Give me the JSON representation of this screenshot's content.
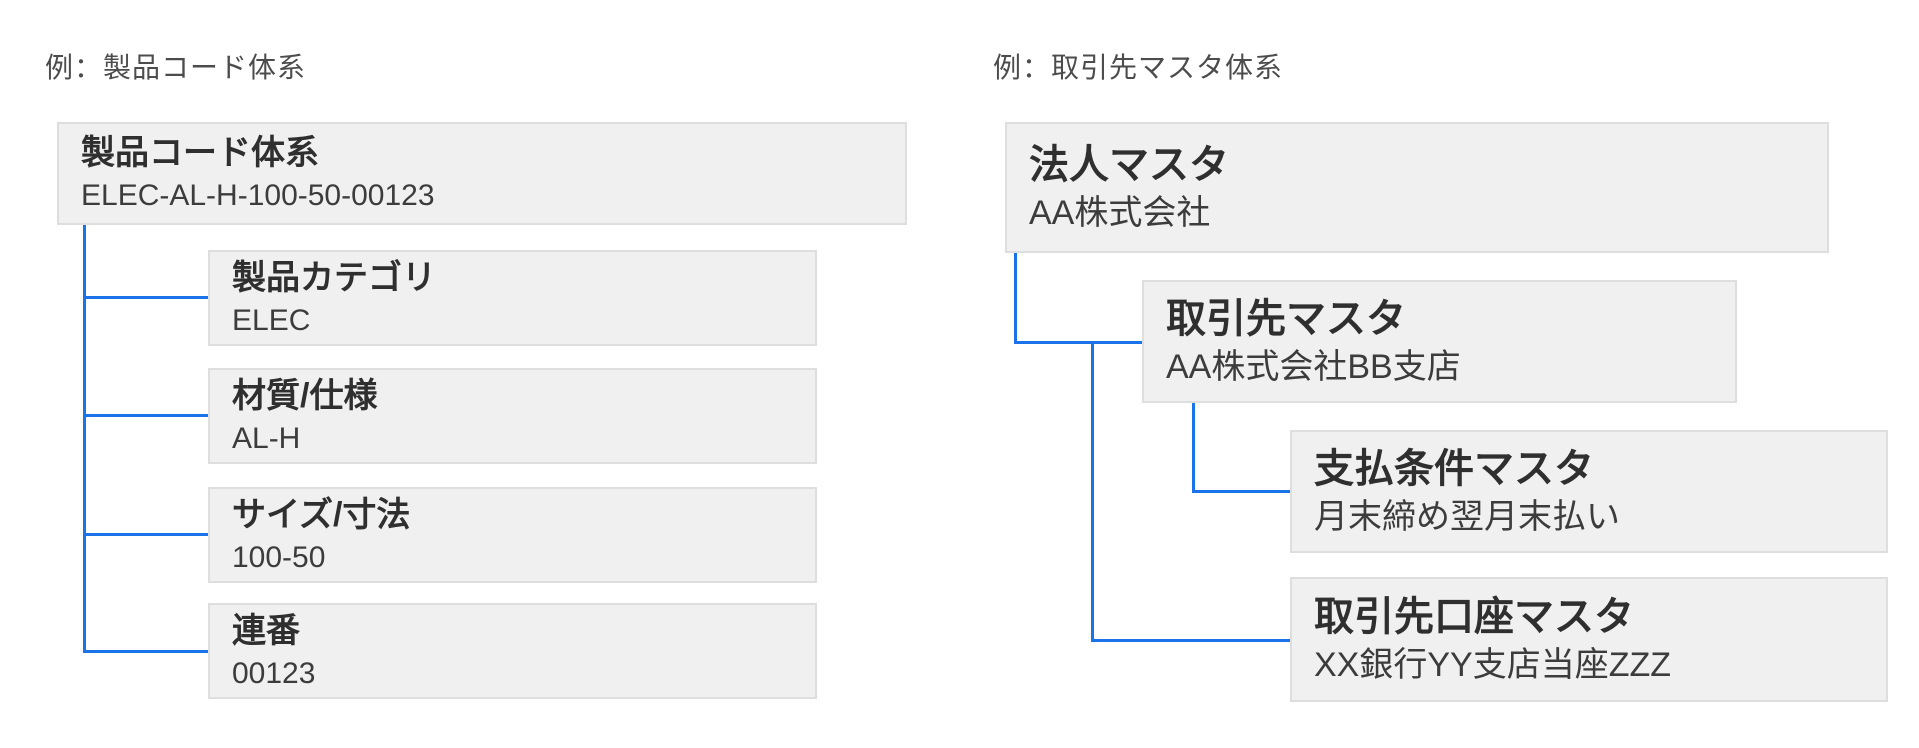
{
  "colors": {
    "connector_blue": "#1a73e8",
    "box_fill": "#f0f0f0",
    "box_border": "#dedede",
    "title_text": "#2f2f2f",
    "value_text": "#3c3c3c",
    "label_text": "#4c4c4c",
    "background": "#ffffff"
  },
  "left": {
    "label": "例：製品コード体系",
    "root": {
      "title": "製品コード体系",
      "value": "ELEC-AL-H-100-50-00123"
    },
    "children": [
      {
        "title": "製品カテゴリ",
        "value": "ELEC"
      },
      {
        "title": "材質/仕様",
        "value": "AL-H"
      },
      {
        "title": "サイズ/寸法",
        "value": "100-50"
      },
      {
        "title": "連番",
        "value": "00123"
      }
    ]
  },
  "right": {
    "label": "例：取引先マスタ体系",
    "root": {
      "title": "法人マスタ",
      "value": "AA株式会社"
    },
    "child": {
      "title": "取引先マスタ",
      "value": "AA株式会社BB支店"
    },
    "grandchildren": [
      {
        "title": "支払条件マスタ",
        "value": "月末締め翌月末払い"
      },
      {
        "title": "取引先口座マスタ",
        "value": "XX銀行YY支店当座ZZZ"
      }
    ]
  }
}
